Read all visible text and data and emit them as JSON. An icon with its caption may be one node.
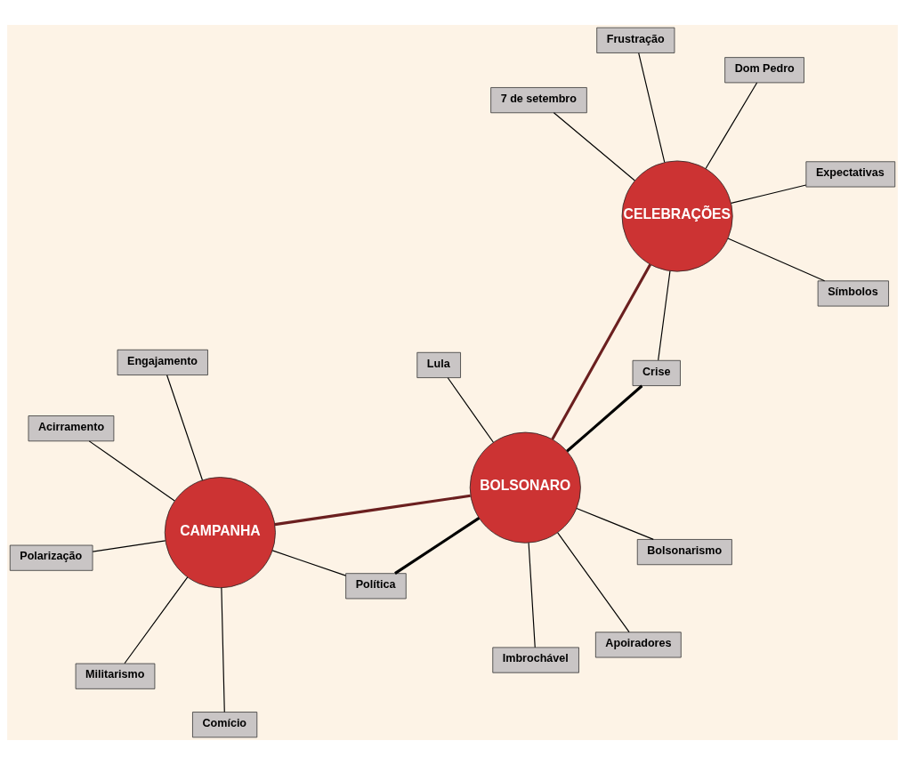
{
  "diagram": {
    "nodes": [
      {
        "text": [
          "CAMPANHA"
        ]
      },
      {
        "text": [
          "BOLSONARO"
        ]
      },
      {
        "text": [
          "CELEBRAÇÕES"
        ]
      },
      {
        "text": [
          "Acirramento"
        ]
      },
      {
        "text": [
          "Engajamento"
        ]
      },
      {
        "text": [
          "Polarização"
        ]
      },
      {
        "text": [
          "Militarismo"
        ]
      },
      {
        "text": [
          "Comício"
        ]
      },
      {
        "text": [
          "Imbrochável"
        ]
      },
      {
        "text": [
          "Política"
        ]
      },
      {
        "text": [
          "Apoiradores"
        ]
      },
      {
        "text": [
          "Lula"
        ]
      },
      {
        "text": [
          "Bolsonarismo"
        ]
      },
      {
        "text": [
          "Crise"
        ]
      },
      {
        "text": [
          "Dom Pedro"
        ]
      },
      {
        "text": [
          "Expectativas"
        ]
      },
      {
        "text": [
          "Símbolos"
        ]
      },
      {
        "text": [
          "Frustração"
        ]
      },
      {
        "text": [
          "7 de setembro"
        ]
      }
    ],
    "edges": [
      {
        "from": 0,
        "to": 3,
        "arrow": "none"
      },
      {
        "from": 0,
        "to": 4,
        "arrow": "none"
      },
      {
        "from": 0,
        "to": 5,
        "arrow": "none"
      },
      {
        "from": 0,
        "to": 6,
        "arrow": "none"
      },
      {
        "from": 0,
        "to": 7,
        "arrow": "none"
      },
      {
        "from": 0,
        "to": 9,
        "arrow": "none"
      },
      {
        "from": 0,
        "to": 1,
        "arrow": "none",
        "style": "thick",
        "color": "#6b1f1f"
      },
      {
        "from": 1,
        "to": 8,
        "arrow": "none"
      },
      {
        "from": 1,
        "to": 10,
        "arrow": "none"
      },
      {
        "from": 1,
        "to": 11,
        "arrow": "none"
      },
      {
        "from": 1,
        "to": 9,
        "arrow": "none",
        "style": "thick"
      },
      {
        "from": 1,
        "to": 12,
        "arrow": "none"
      },
      {
        "from": 1,
        "to": 13,
        "arrow": "none",
        "style": "thick"
      },
      {
        "from": 1,
        "to": 2,
        "arrow": "none",
        "style": "thick",
        "color": "#6b1f1f"
      },
      {
        "from": 2,
        "to": 14,
        "arrow": "none"
      },
      {
        "from": 2,
        "to": 15,
        "arrow": "none"
      },
      {
        "from": 2,
        "to": 17,
        "arrow": "none"
      },
      {
        "from": 2,
        "to": 13,
        "arrow": "none"
      },
      {
        "from": 2,
        "to": 16,
        "arrow": "none"
      },
      {
        "from": 2,
        "to": 18,
        "arrow": "none"
      }
    ]
  }
}
